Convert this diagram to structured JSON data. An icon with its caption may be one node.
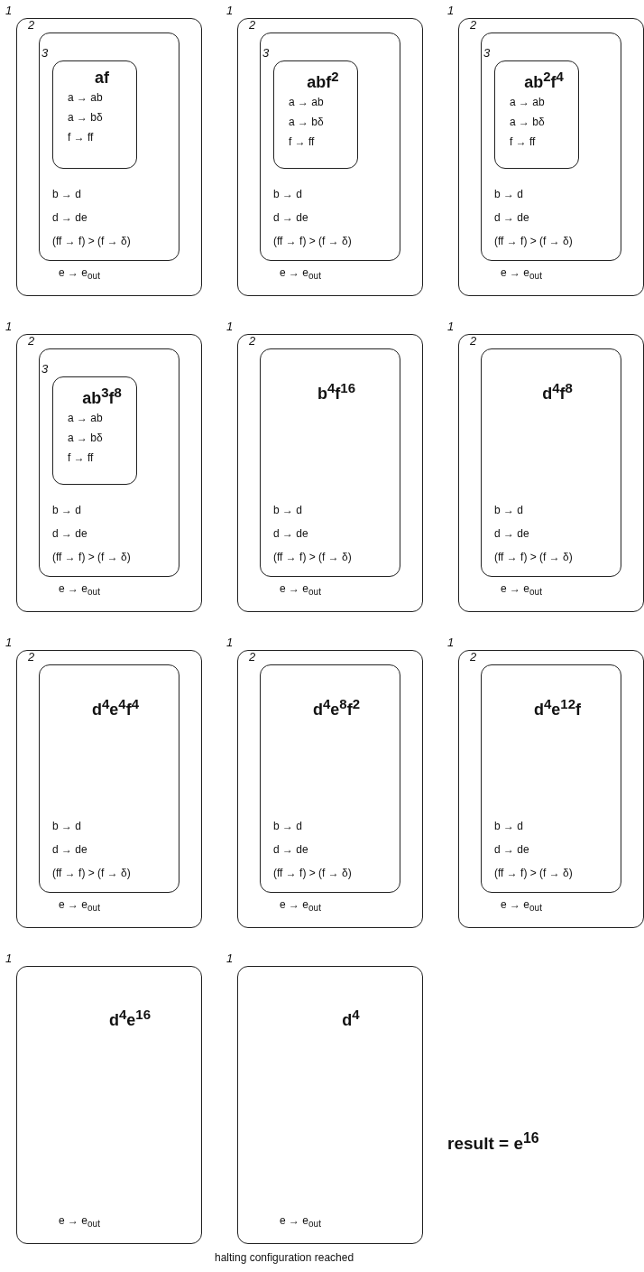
{
  "diagram": {
    "nodes": [
      {
        "text": [
          "1",
          "e → e$_{out}$"
        ]
      },
      {
        "text": [
          "2",
          "b → d",
          "d → de",
          "(ff → f) > (f → δ)"
        ],
        "in": 0
      },
      {
        "text": [
          "3",
          "af",
          "a → ab",
          "a → bδ",
          "f → ff"
        ],
        "in": 1
      },
      {
        "text": [
          "1",
          "e → e$_{out}$"
        ]
      },
      {
        "text": [
          "2",
          "b → d",
          "d → de",
          "(ff → f) > (f → δ)"
        ],
        "in": 3
      },
      {
        "text": [
          "3",
          "abf$^{2}$",
          "a → ab",
          "a → bδ",
          "f → ff"
        ],
        "in": 4
      },
      {
        "text": [
          "1",
          "e → e$_{out}$"
        ]
      },
      {
        "text": [
          "2",
          "b → d",
          "d → de",
          "(ff → f) > (f → δ)"
        ],
        "in": 6
      },
      {
        "text": [
          "3",
          "ab$^{2}$f$^{4}$",
          "a → ab",
          "a → bδ",
          "f → ff"
        ],
        "in": 7
      },
      {
        "text": [
          "1",
          "e → e$_{out}$"
        ]
      },
      {
        "text": [
          "2",
          "b → d",
          "d → de",
          "(ff → f) > (f → δ)"
        ],
        "in": 9
      },
      {
        "text": [
          "3",
          "ab$^{3}$f$^{8}$",
          "a → ab",
          "a → bδ",
          "f → ff"
        ],
        "in": 10
      },
      {
        "text": [
          "1",
          "e → e$_{out}$"
        ]
      },
      {
        "text": [
          "2",
          "b$^{4}$f$^{16}$",
          "b → d",
          "d → de",
          "(ff → f) > (f → δ)"
        ],
        "in": 12
      },
      {
        "text": [
          "1",
          "e → e$_{out}$"
        ]
      },
      {
        "text": [
          "2",
          "d$^{4}$f$^{8}$",
          "b → d",
          "d → de",
          "(ff → f) > (f → δ)"
        ],
        "in": 14
      },
      {
        "text": [
          "1",
          "e → e$_{out}$"
        ]
      },
      {
        "text": [
          "2",
          "d$^{4}$e$^{4}$f$^{4}$",
          "b → d",
          "d → de",
          "(ff → f) > (f → δ)"
        ],
        "in": 16
      },
      {
        "text": [
          "1",
          "e → e$_{out}$"
        ]
      },
      {
        "text": [
          "2",
          "d$^{4}$e$^{8}$f$^{2}$",
          "b → d",
          "d → de",
          "(ff → f) > (f → δ)"
        ],
        "in": 18
      },
      {
        "text": [
          "1",
          "e → e$_{out}$"
        ]
      },
      {
        "text": [
          "2",
          "d$^{4}$e$^{12}$f",
          "b → d",
          "d → de",
          "(ff → f) > (f → δ)"
        ],
        "in": 20
      },
      {
        "text": [
          "1",
          "d$^{4}$e$^{16}$",
          "e → e$_{out}$"
        ]
      },
      {
        "text": [
          "1",
          "d$^{4}$",
          "e → e$_{out}$"
        ]
      }
    ],
    "labels": [
      "result = e$^{16}$",
      "halting configuration reached"
    ]
  }
}
